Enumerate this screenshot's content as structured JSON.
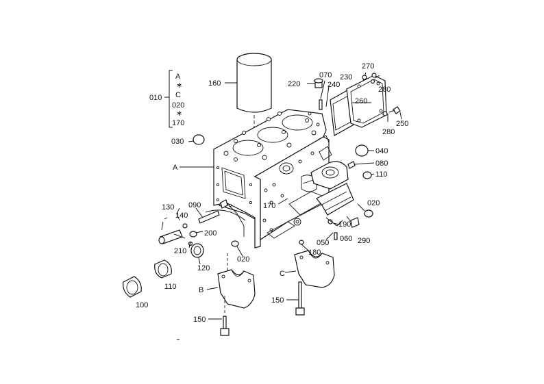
{
  "labels": {
    "group": [
      "A",
      "∗",
      "C",
      "020",
      "∗",
      "170"
    ],
    "group_ref": "010",
    "l160": "160",
    "l030a": "030",
    "lA": "A",
    "l130": "130",
    "l140": "140",
    "l090": "090",
    "l200": "200",
    "l210": "210",
    "l120": "120",
    "l110a": "110",
    "l100": "100",
    "l020a": "020",
    "lB": "B",
    "l150a": "150",
    "l220": "220",
    "l070": "070",
    "l230": "230",
    "l270": "270",
    "l240": "240",
    "l280a": "280",
    "l260": "260",
    "l280b": "280",
    "l250": "250",
    "l040": "040",
    "l080": "080",
    "l110b": "110",
    "l020b": "020",
    "l170": "170",
    "l190": "190",
    "l050": "050",
    "l060": "060",
    "l290": "290",
    "l180": "180",
    "lC": "C",
    "l150b": "150"
  }
}
